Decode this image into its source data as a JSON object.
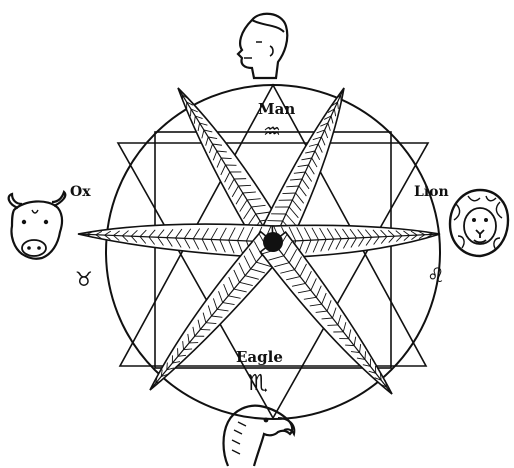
{
  "labels": {
    "top": "Man",
    "left": "Ox",
    "right": "Lion",
    "bottom": "Eagle"
  },
  "signs": {
    "top": "♒",
    "left": "♉",
    "right": "♌",
    "bottom": "♏"
  },
  "colors": {
    "ink": "#111111",
    "paper": "#ffffff"
  },
  "icons": {
    "top": "man-head-icon",
    "left": "ox-head-icon",
    "right": "lion-head-icon",
    "bottom": "eagle-head-icon"
  }
}
